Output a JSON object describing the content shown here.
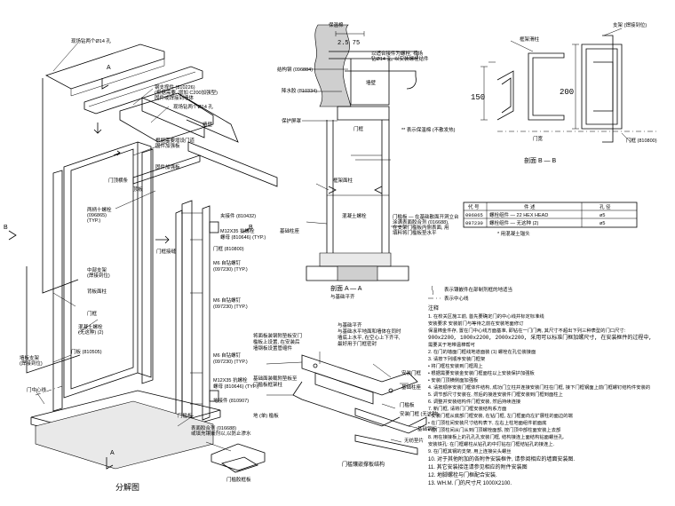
{
  "exploded": {
    "title": "分解图",
    "labels": [
      "现场钻两个Ø14 孔",
      "钢支撑件 (810226)",
      "(根据需要, 增加 C200加强型)",
      "固件或焊接到墙体",
      "现场钻两个Ø14 孔",
      "墙壁",
      "根据需要增设门道",
      "固件加强板",
      "门顶横条",
      "固件加强板",
      "顶板",
      "两柄十螺栓",
      "(096865)",
      "(TYP.)",
      "夹接件 (810432)",
      "M12X35 抗螺栓",
      "螺母 (810646) (TYP.)",
      "门框 (810800)",
      "M6 自钻螺钉",
      "(097230) (TYP.)",
      "门框接缝",
      "中部支架",
      "(焊接到位)",
      "M6 自钻螺钉",
      "(097230) (TYP.)",
      "背板面柱",
      "门框",
      "混凝土螺栓",
      "(无这种) (2)",
      "M6 自钻螺钉",
      "(097230) (TYP.)",
      "门板 (810505)",
      "M12X35 抗螺栓",
      "螺母 (810646) (TYP.)",
      "地接件 (810907)",
      "墙板支架",
      "(焊接到位)",
      "门中心线",
      "门槛板",
      "表面胶合剂 (016688)",
      "或填充镶嵌剂以,以防止渗水",
      "门槛胶框板",
      "A",
      "A",
      "B",
      "B"
    ]
  },
  "section_aa": {
    "title": "剖面 A — A",
    "subtitle": "与基础平齐",
    "labels": [
      "保温棉",
      "2.5 75",
      "结构钢 (096884)",
      "以适合接件为螺栓, 视场",
      "钻Ø14 孔, 以安装螺栓结件",
      "墙壁",
      "降水胶 (810334)",
      "保护屏罩",
      "门框",
      "** 表示保温棉 (不散发热)",
      "框架面柱",
      "混凝土螺栓",
      "基础柱座",
      "门槛板 — 在基础散面开洞立台",
      "涂满表面胶合剂 (016688),",
      "在支架门槛板内侧表面, 用",
      "填料将门槛板垫水平"
    ]
  },
  "section_bb": {
    "title": "剖面 B — B",
    "dim1": "150",
    "dim2": "200",
    "labels": [
      "框架滑柱",
      "支架 (焊接到位)",
      "门宽",
      "门框 (810800)"
    ]
  },
  "parts_table": {
    "headers": [
      "代 号",
      "件 述",
      "孔 径"
    ],
    "rows": [
      [
        "096865",
        "螺栓组件 — 22 HEX HEAD",
        "ø5"
      ],
      [
        "097230",
        "螺栓组件 — 无这种 (2)",
        "ø5"
      ]
    ],
    "note": "* 用混凝土锚头"
  },
  "threshold": {
    "title": "门槛镶嵌撑板结构",
    "labels": [
      "与基础平齐",
      "与基础水平地面和墙体在同时",
      "墙底上水平, 在空心上下齐平,",
      "最好用于门框密封",
      "安装门框",
      "基础柱座",
      "门槛板",
      "安装门框 (无这种)",
      "基础钢板",
      "无纺垫片"
    ],
    "left_labels": [
      "将面板装钢附垫板安门",
      "槛板上设置, 在安装后",
      "墙钢板设置管缩件",
      "基础面装载附垫板至",
      "门槛板框架柱",
      "地 (单) 槛板"
    ]
  },
  "notes": {
    "legend1": "表示镶嵌件在部制剂框的地适当",
    "legend2": "表示中心线",
    "heading": "注释",
    "items": [
      "1. 在校关区施工前, 首先要确定门的中心线并标定标准线",
      "   安装要求      安装前门与等待之前在安装地面修订",
      "   保温棉金件存, 置在门中心线方面基准, 即钻在一门门两, 其尺寸不超出下列三种表型的门口尺寸:",
      "   900x2200, 1000x2200, 2000x2200, 采用可以标准门框加螺尺寸, 在安装框件的过程中,",
      "   需要关于地带温棉帮可",
      "2. 在门的墙面门框线地道面装 (1) 螺栓在孔位装接面",
      "3. 请按下列顺序安装门框架",
      "   • 将门框柱安装到门框周上",
      "   • 根据需要安装金安装门框面柱以上安装保护加强板",
      "   • 安装门顶横侧面加强板",
      "4. 请按顺序安装门框体件结构, 成功门立柱并连接安装门柱在门框, 接下门框钢面上前门框螺钉结构件安装的",
      "5. 调节部尺寸安装在, 然后的接连安装件门框安装到门框到面柱上",
      "6. 调整并安装结构件门框安装, 然后持续连接",
      "7. 新门框, 请将门门框安装结构系方面",
      "   • 安装门框从底部门框安装, 在钻门框, 左门框面向左扩展柱的面边的端",
      "   • 在门顶柱间安装尺寸结构表下, 左右上柱地面组件前面底",
      "   • 在门顶柱间从门从到门顶螺栓面部, 按门顶中部柱面安装上去部",
      "8. 用在接接板上的孔孔孔安装门框, 结构接连上面结构钻面螺丝孔.",
      "   安装铁孔: 在门框螺柱从钻孔的中打钻在门框结钻孔的接连上.",
      "9. 在门框其钢的支架, 用上连接尖头螺丝",
      "10. 对于其他附加的各附件安装框件, 请参阅相应的墙面安装图.",
      "11. 其它安装接连请参见相应的附件安装图",
      "12. 地脚螺栓与门框配合安装.",
      "13. WH.M. 门的尺寸尺 1000X2100."
    ]
  }
}
